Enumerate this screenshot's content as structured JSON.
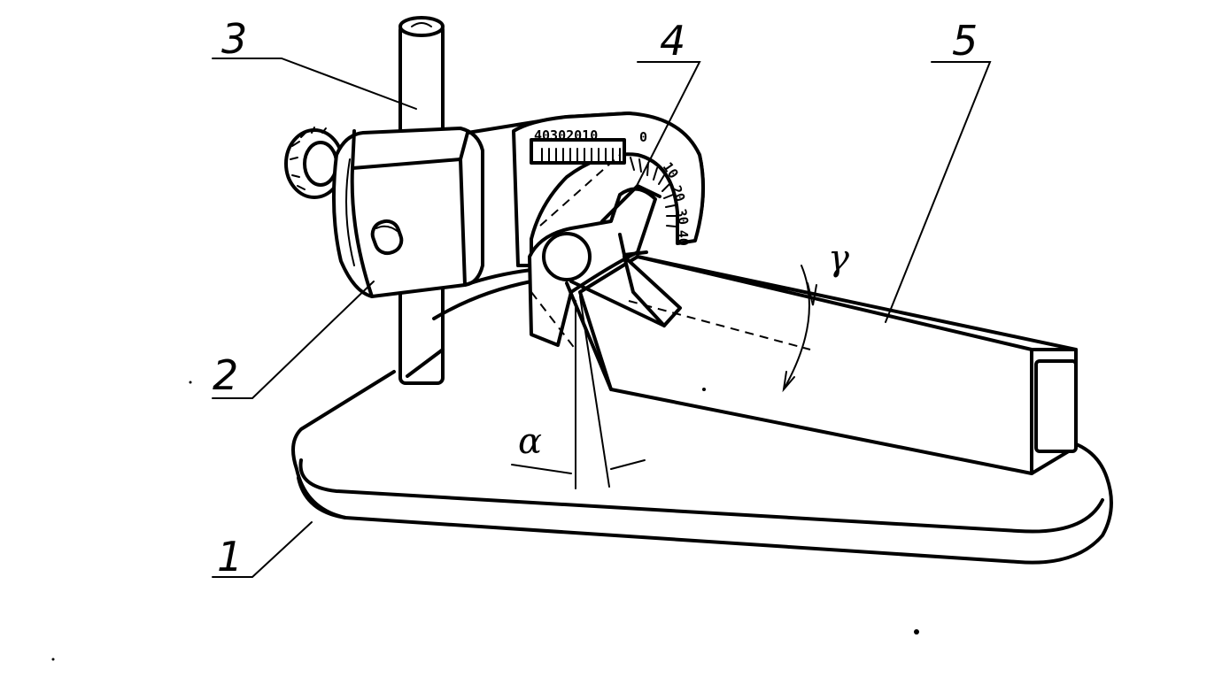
{
  "labels": {
    "base": "1",
    "clamp": "2",
    "column": "3",
    "protractor": "4",
    "cutter": "5"
  },
  "angles": {
    "alpha": "α",
    "gamma": "γ"
  },
  "scale_marks": {
    "left": "40302010",
    "zero": "0",
    "right_10": "10",
    "right_20": "20",
    "right_30": "30",
    "right_40": "40"
  }
}
